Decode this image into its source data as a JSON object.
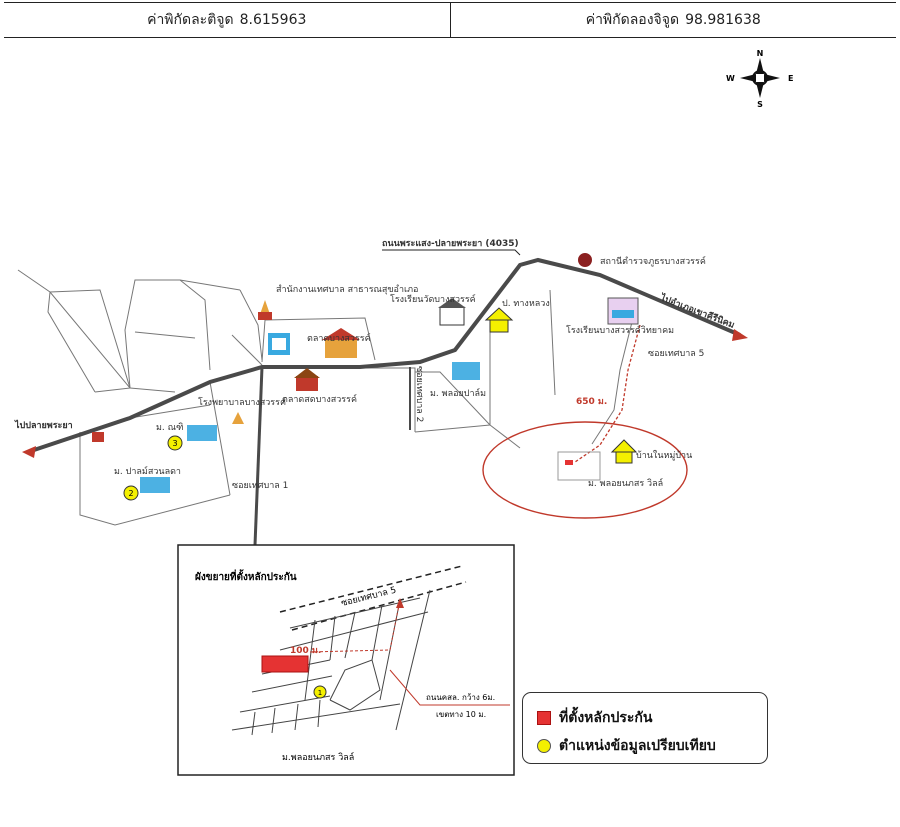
{
  "header": {
    "lat_label": "ค่าพิกัดละติจูด",
    "lat_value": "8.615963",
    "lon_label": "ค่าพิกัดลองจิจูด",
    "lon_value": "98.981638"
  },
  "compass": {
    "n": "N",
    "s": "S",
    "e": "E",
    "w": "W"
  },
  "map_labels": {
    "main_road": "ถนนพระแสง-ปลายพระยา (4035)",
    "to_plai_phraya": "ไปปลายพระยา",
    "to_khiri": "ไปอำเภอเขาคีรีนิคม",
    "police": "สถานีตำรวจภูธรบางสวรรค์",
    "school_bang_sawan": "โรงเรียนวัดบางสวรรค์",
    "post_office": "ป. ทางหลวง",
    "high_school": "โรงเรียนบางสวรรค์วิทยาคม",
    "temple": "สำนักงานเทศบาล สาธารณสุขอำเภอ",
    "market": "ตลาดบางสวรรค์",
    "old_market": "ตลาดสดบางสวรรค์",
    "hospital": "โรงพยาบาลบางสวรรค์",
    "soi_1": "ซอยเทศบาล 1",
    "soi_2": "ซอยเทศบาล 2",
    "soi_5": "ซอยเทศบาล 5",
    "village_palm": "ม. พลอยปาล์ม",
    "village_palm_villa": "ม. พลอยนภสร วิลล์",
    "village_a": "ม. ณฑิ",
    "village_b": "ม. ปาลม์สวนลดา",
    "subject_house": "บ้านในหมู่บ้าน",
    "distance": "650 ม.",
    "num1": "1",
    "num2": "2",
    "num3": "3"
  },
  "inset": {
    "title": "ผังขยายที่ตั้งหลักประกัน",
    "soi": "ซอยเทศบาล 5",
    "distance": "100 ม.",
    "road_info": "ถนนคสล. กว้าง 6ม.",
    "road_width": "เขตทาง 10 ม.",
    "village": "ม.พลอยนภสร วิลล์",
    "num1": "1"
  },
  "legend": {
    "collateral": "ที่ตั้งหลักประกัน",
    "comparable": "ตำแหน่งข้อมูลเปรียบเทียบ"
  },
  "colors": {
    "road": "#4a4a4a",
    "route": "#c0392b",
    "marker_red": "#e53333",
    "marker_yellow": "#f4f000",
    "building_blue": "#39a9e0"
  }
}
